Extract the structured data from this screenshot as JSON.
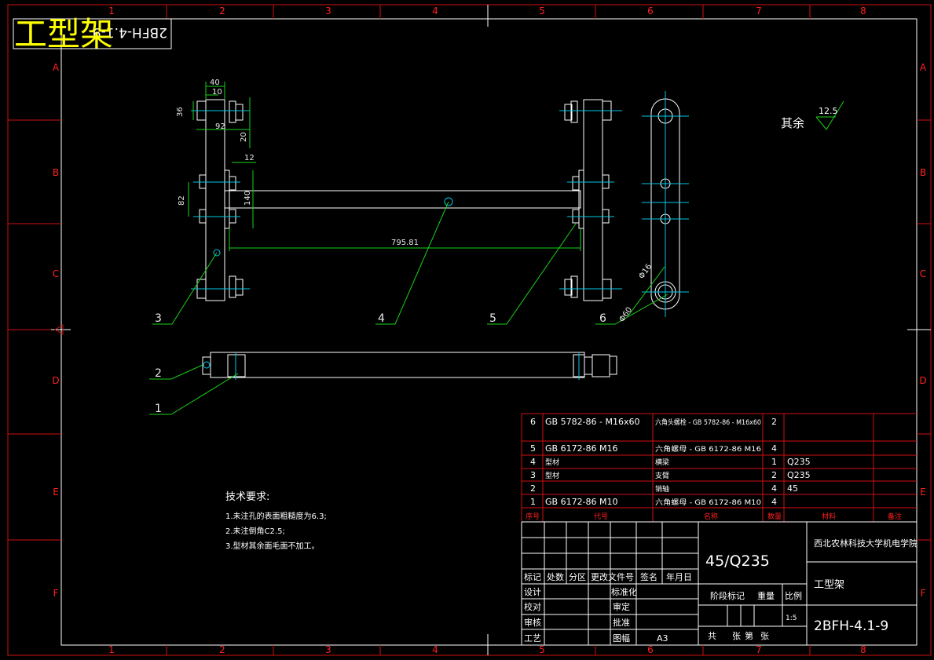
{
  "title_stamp": {
    "main": "工型架",
    "mirrored": "2BFH-4.1-9"
  },
  "grid": {
    "columns": [
      "1",
      "2",
      "3",
      "4",
      "5",
      "6",
      "7",
      "8"
    ],
    "rows": [
      "A",
      "B",
      "C",
      "D",
      "E",
      "F"
    ]
  },
  "surface_finish": {
    "label": "其余",
    "value": "12.5"
  },
  "dimensions": {
    "d40": "40",
    "d10": "10",
    "d36": "36",
    "d92": "92",
    "d20": "20",
    "d12": "12",
    "d82": "82",
    "d140": "140",
    "d795": "795.81",
    "d16": "Φ16",
    "d60": "Φ60"
  },
  "balloons": {
    "b1": "1",
    "b2": "2",
    "b3": "3",
    "b4": "4",
    "b5": "5",
    "b6": "6"
  },
  "tech_requirements": {
    "title": "技术要求:",
    "line1": "1.未注孔的表面粗糙度为6.3;",
    "line2": "2.未注倒角C2.5;",
    "line3": "3.型材其余面毛面不加工。"
  },
  "bom": {
    "rows": [
      {
        "no": "6",
        "code": "GB 5782-86 - M16x60",
        "name": "六角头螺栓 - GB 5782-86 - M16x60",
        "qty": "2",
        "material": "",
        "remark": ""
      },
      {
        "no": "5",
        "code": "GB 6172-86 M16",
        "name": "六角螺母 - GB 6172-86 M16",
        "qty": "4",
        "material": "",
        "remark": ""
      },
      {
        "no": "4",
        "code": "型材",
        "name": "横梁",
        "qty": "1",
        "material": "Q235",
        "remark": ""
      },
      {
        "no": "3",
        "code": "型材",
        "name": "支臂",
        "qty": "2",
        "material": "Q235",
        "remark": ""
      },
      {
        "no": "2",
        "code": "",
        "name": "销轴",
        "qty": "4",
        "material": "45",
        "remark": ""
      },
      {
        "no": "1",
        "code": "GB 6172-86 M10",
        "name": "六角螺母 - GB 6172-86 M10",
        "qty": "4",
        "material": "",
        "remark": ""
      }
    ],
    "header": {
      "no": "序号",
      "code": "代号",
      "name": "名称",
      "qty": "数量",
      "material": "材料",
      "remark": "备注"
    }
  },
  "title_block": {
    "material": "45/Q235",
    "school": "西北农林科技大学机电学院",
    "drawing_name": "工型架",
    "drawing_no": "2BFH-4.1-9",
    "scale": "1:5",
    "labels": {
      "mark": "标记",
      "count": "处数",
      "zone": "分区",
      "doc": "更改文件号",
      "sign": "签名",
      "date": "年月日",
      "design": "设计",
      "standard": "标准化",
      "check": "校对",
      "review": "审定",
      "audit": "审核",
      "approve": "批准",
      "process": "工艺",
      "sheet_size": "图幅",
      "sheet_size_value": "A3",
      "stage": "阶段标记",
      "weight": "重量",
      "ratio": "比例",
      "total": "共",
      "sheets": "张",
      "page": "第",
      "sheet": "张"
    }
  }
}
